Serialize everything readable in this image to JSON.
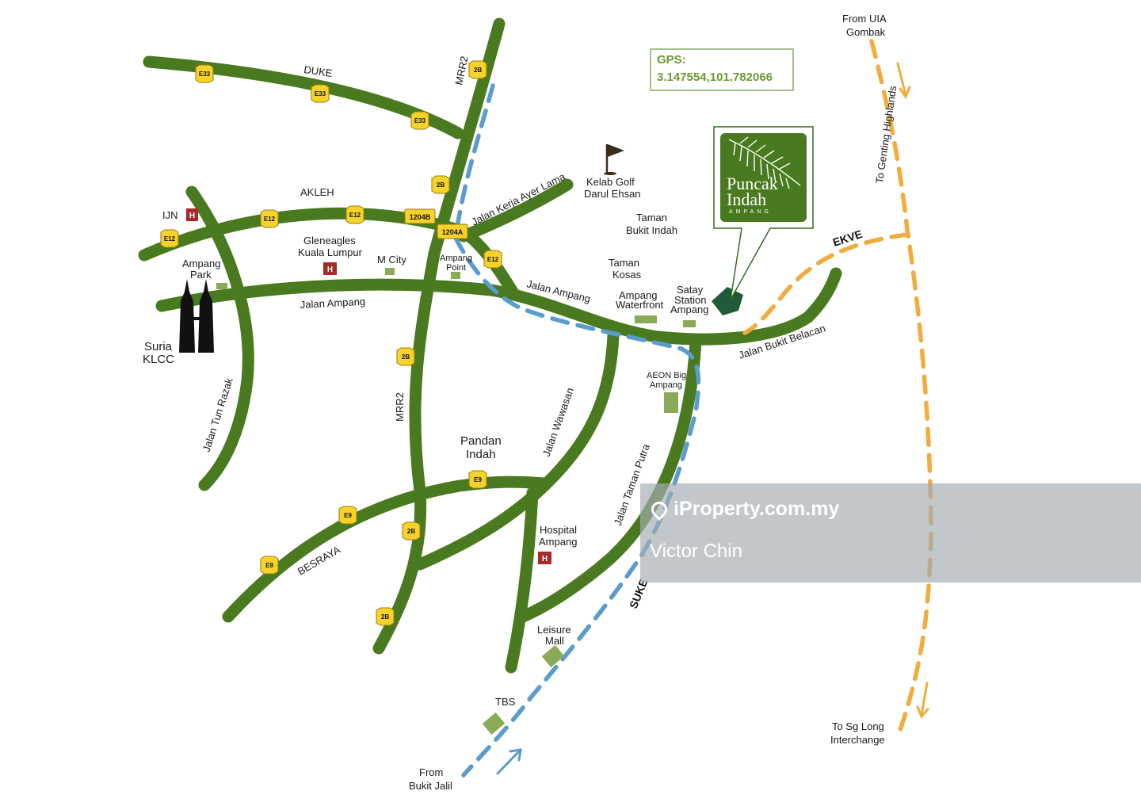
{
  "colors": {
    "road": "#4a7a1f",
    "suke_dash": "#5a9ccd",
    "ekve_dash": "#f0ac3c",
    "shield": "#f7d32a",
    "hospital": "#a62a2a",
    "landmark": "#8aaa58",
    "logo_bg": "#4a7a1f"
  },
  "gps": {
    "label": "GPS:",
    "coords": "3.147554,101.782066"
  },
  "logo": {
    "line1": "Puncak",
    "line2": "Indah",
    "sub": "AMPANG",
    "icon": "fern-leaf-icon"
  },
  "roads": {
    "duke": "DUKE",
    "akleh": "AKLEH",
    "mrr2_top": "MRR2",
    "mrr2_mid": "MRR2",
    "jalan_ampang_west": "Jalan Ampang",
    "jalan_ampang_east": "Jalan Ampang",
    "jalan_kerja_ayer_lama": "Jalan Kerja Ayer Lama",
    "jalan_tun_razak": "Jalan Tun Razak",
    "jalan_wawasan": "Jalan Wawasan",
    "jalan_taman_putra": "Jalan Taman Putra",
    "jalan_bukit_belacan": "Jalan Bukit Belacan",
    "besraya": "BESRAYA",
    "suke": "SUKE",
    "ekve": "EKVE",
    "to_genting": "To Genting Highlands"
  },
  "shields": {
    "e33": "E33",
    "e12": "E12",
    "e9": "E9",
    "r2b": "2B",
    "r1204a": "1204A",
    "r1204b": "1204B"
  },
  "places": {
    "from_uia_1": "From UIA",
    "from_uia_2": "Gombak",
    "kelab_golf_1": "Kelab Golf",
    "kelab_golf_2": "Darul Ehsan",
    "taman_bukit_indah_1": "Taman",
    "taman_bukit_indah_2": "Bukit Indah",
    "taman_kosas_1": "Taman",
    "taman_kosas_2": "Kosas",
    "ampang_waterfront_1": "Ampang",
    "ampang_waterfront_2": "Waterfront",
    "satay_station_1": "Satay",
    "satay_station_2": "Station",
    "satay_station_3": "Ampang",
    "ijn": "IJN",
    "ampang_park_1": "Ampang",
    "ampang_park_2": "Park",
    "gleneagles_1": "Gleneagles",
    "gleneagles_2": "Kuala Lumpur",
    "m_city": "M City",
    "ampang_point_1": "Ampang",
    "ampang_point_2": "Point",
    "suria_klcc_1": "Suria",
    "suria_klcc_2": "KLCC",
    "aeon_1": "AEON Big",
    "aeon_2": "Ampang",
    "pandan_indah_1": "Pandan",
    "pandan_indah_2": "Indah",
    "hospital_ampang_1": "Hospital",
    "hospital_ampang_2": "Ampang",
    "leisure_mall_1": "Leisure",
    "leisure_mall_2": "Mall",
    "tbs": "TBS",
    "from_bukit_jalil_1": "From",
    "from_bukit_jalil_2": "Bukit Jalil",
    "to_sg_long_1": "To Sg Long",
    "to_sg_long_2": "Interchange"
  },
  "hospital_marker": "H",
  "watermark": {
    "brand": "iProperty.com.my",
    "agent": "Victor Chin"
  }
}
